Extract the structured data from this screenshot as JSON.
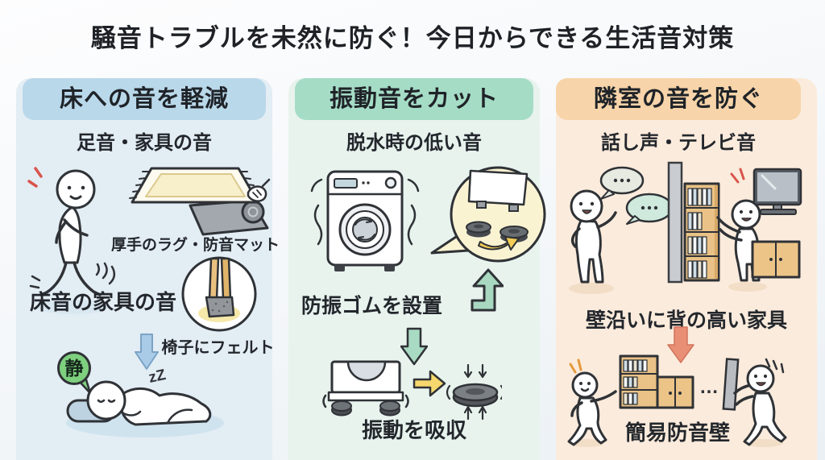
{
  "title": "騒音トラブルを未然に防ぐ！今日からできる生活音対策",
  "palette": {
    "floor_header_bg": "#b9d8ea",
    "floor_panel_bg": "#e3edf4",
    "vibration_header_bg": "#a5dcc6",
    "vibration_panel_bg": "#e8f3ee",
    "neighbor_header_bg": "#f7d4a9",
    "neighbor_panel_bg": "#fbebdc",
    "blue_arrow": "#a9cbe7",
    "green_arrow": "#a9d8c1",
    "yellow_arrow": "#f6d86f",
    "salmon_arrow": "#e88f75",
    "quiet_badge_green": "#7ed07f",
    "text": "#23272c"
  },
  "columns": {
    "floor": {
      "header": "床への音を軽減",
      "subtitle": "足音・家具の音",
      "rug_caption": "厚手のラグ・防音マット",
      "mid_label": "床音の家具の音",
      "felt_caption": "椅子にフェルト",
      "quiet_badge": "静",
      "sleep_marks": "zZ"
    },
    "vibration": {
      "header": "振動音をカット",
      "subtitle": "脱水時の低い音",
      "install_label": "防振ゴムを設置",
      "absorb_label": "振動を吸収"
    },
    "neighbor": {
      "header": "隣室の音を防ぐ",
      "subtitle": "話し声・テレビ音",
      "furniture_label": "壁沿いに背の高い家具",
      "wall_label": "簡易防音壁",
      "ellipsis": "…"
    }
  }
}
